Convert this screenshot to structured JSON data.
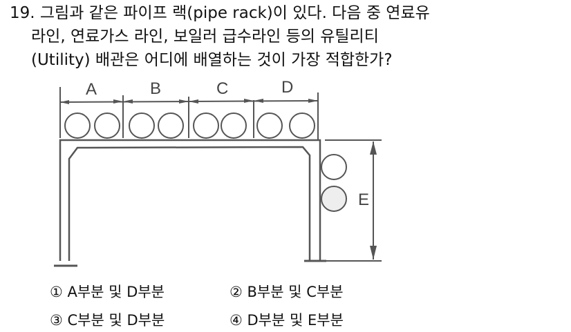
{
  "question": {
    "lines": [
      "19. 그림과 같은 파이프 랙(pipe rack)이 있다. 다음 중 연료유",
      "라인, 연료가스 라인, 보일러 급수라인 등의 유틸리티",
      "(Utility) 배관은 어디에 배열하는 것이 가장 적합한가?"
    ]
  },
  "diagram": {
    "labels": {
      "a": "A",
      "b": "B",
      "c": "C",
      "d": "D",
      "e": "E"
    }
  },
  "options": [
    "① A부분 및 D부분",
    "② B부분 및 C부분",
    "③ C부분 및 D부분",
    "④ D부분 및 E부분"
  ]
}
